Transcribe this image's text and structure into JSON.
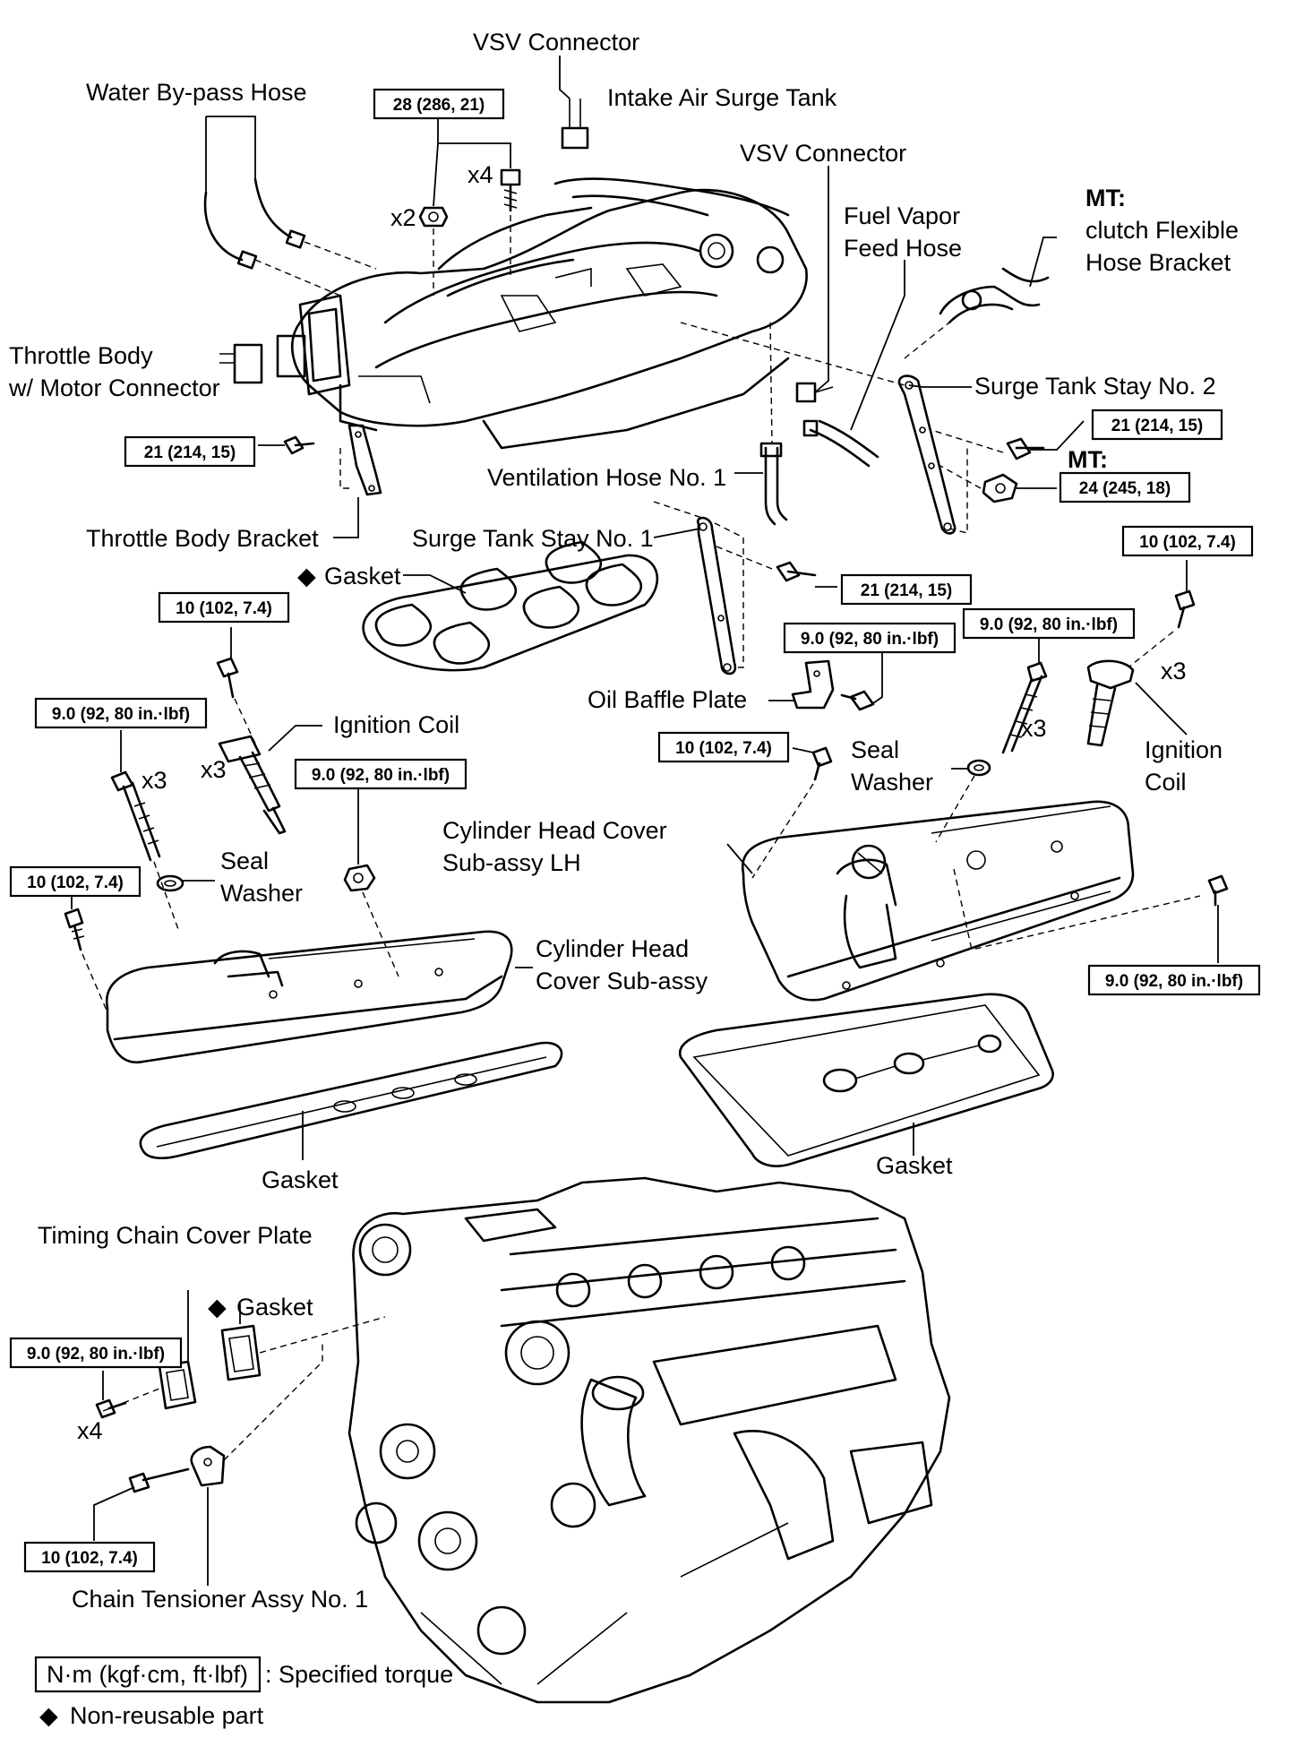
{
  "labels": {
    "vsv_connector_top": "VSV Connector",
    "water_bypass_hose": "Water By-pass Hose",
    "intake_air_surge_tank": "Intake Air Surge Tank",
    "vsv_connector_right": "VSV Connector",
    "fuel_vapor_feed_hose_1": "Fuel Vapor",
    "fuel_vapor_feed_hose_2": "Feed Hose",
    "mt_clutch_1": "MT:",
    "mt_clutch_2": "clutch Flexible",
    "mt_clutch_3": "Hose Bracket",
    "throttle_body_connector_1": "Throttle Body",
    "throttle_body_connector_2": "w/ Motor Connector",
    "surge_tank_stay_2": "Surge Tank Stay No. 2",
    "mt_bolt": "MT:",
    "ventilation_hose": "Ventilation Hose No. 1",
    "throttle_body_bracket": "Throttle Body Bracket",
    "surge_tank_stay_1": "Surge Tank Stay No. 1",
    "gasket_intake": "Gasket",
    "ignition_coil_left": "Ignition Coil",
    "oil_baffle_plate": "Oil Baffle Plate",
    "seal_washer_right_1": "Seal",
    "seal_washer_right_2": "Washer",
    "ignition_coil_right_1": "Ignition",
    "ignition_coil_right_2": "Coil",
    "seal_washer_left_1": "Seal",
    "seal_washer_left_2": "Washer",
    "cyl_head_cover_lh_1": "Cylinder Head Cover",
    "cyl_head_cover_lh_2": "Sub-assy  LH",
    "cyl_head_cover_1": "Cylinder Head",
    "cyl_head_cover_2": "Cover  Sub-assy",
    "gasket_left": "Gasket",
    "gasket_right": "Gasket",
    "timing_chain_cover_plate": "Timing Chain Cover Plate",
    "gasket_timing": "Gasket",
    "chain_tensioner": "Chain Tensioner Assy No. 1"
  },
  "qty": {
    "x4_top": "x4",
    "x2_top": "x2",
    "x3_coil_left": "x3",
    "x3_bolt_left": "x3",
    "x3_coil_right": "x3",
    "x3_bolt_right": "x3",
    "x4_timing": "x4"
  },
  "torque": {
    "t_top": "28 (286, 21)",
    "t_stay2": "21 (214, 15)",
    "t_mt": "24 (245, 18)",
    "t_throttle_bracket": "21 (214, 15)",
    "t_stay1": "21 (214, 15)",
    "t_coil_bolt_right": "10 (102, 7.4)",
    "t_coil_bolt_left": "10 (102, 7.4)",
    "t_baffle": "9.0 (92, 80 in.·lbf)",
    "t_cover_bolt_right": "9.0 (92, 80 in.·lbf)",
    "t_cover_bolt_left": "9.0 (92, 80 in.·lbf)",
    "t_cover_nut_left": "9.0 (92, 80 in.·lbf)",
    "t_lh_front": "10 (102, 7.4)",
    "t_left_cover_front": "10 (102, 7.4)",
    "t_lh_right": "9.0 (92, 80 in.·lbf)",
    "t_timing_plate": "9.0 (92, 80 in.·lbf)",
    "t_tensioner": "10 (102, 7.4)"
  },
  "legend": {
    "unit_box": "N·m (kgf·cm, ft·lbf)",
    "unit_text": ": Specified torque",
    "nonreusable_symbol": "◆",
    "nonreusable_text": "Non-reusable part"
  },
  "symbols": {
    "diamond": "◆"
  }
}
